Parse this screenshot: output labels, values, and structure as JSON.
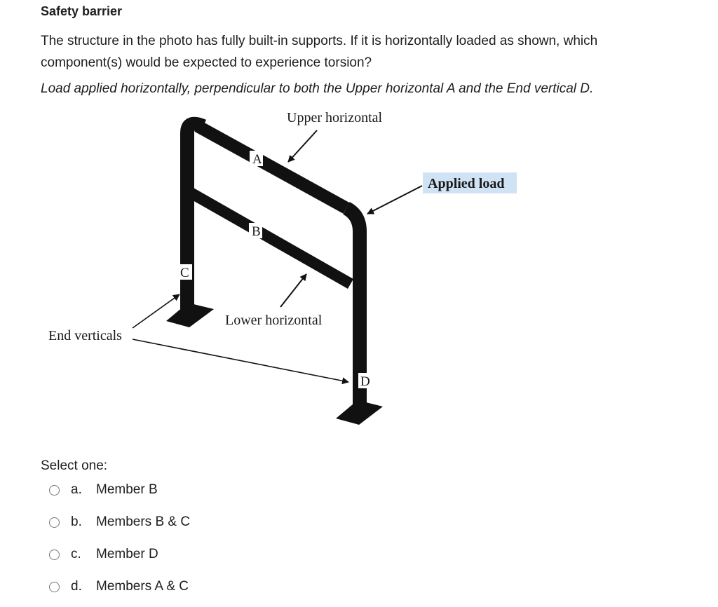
{
  "question": {
    "title": "Safety barrier",
    "text": "The structure in the photo has fully built-in supports. If it is horizontally loaded as shown, which component(s) would be expected to experience torsion?",
    "note": "Load applied horizontally, perpendicular to both the Upper horizontal A and the End vertical D."
  },
  "figure": {
    "upper_horizontal": "Upper horizontal",
    "lower_horizontal": "Lower horizontal",
    "end_verticals": "End verticals",
    "applied_load": "Applied load",
    "member_a": "A",
    "member_b": "B",
    "member_c": "C",
    "member_d": "D",
    "highlight_color": "#cfe3f5"
  },
  "answers": {
    "prompt": "Select one:",
    "options": [
      {
        "letter": "a.",
        "label": "Member B"
      },
      {
        "letter": "b.",
        "label": "Members B & C"
      },
      {
        "letter": "c.",
        "label": "Member D"
      },
      {
        "letter": "d.",
        "label": "Members A & C"
      }
    ]
  }
}
